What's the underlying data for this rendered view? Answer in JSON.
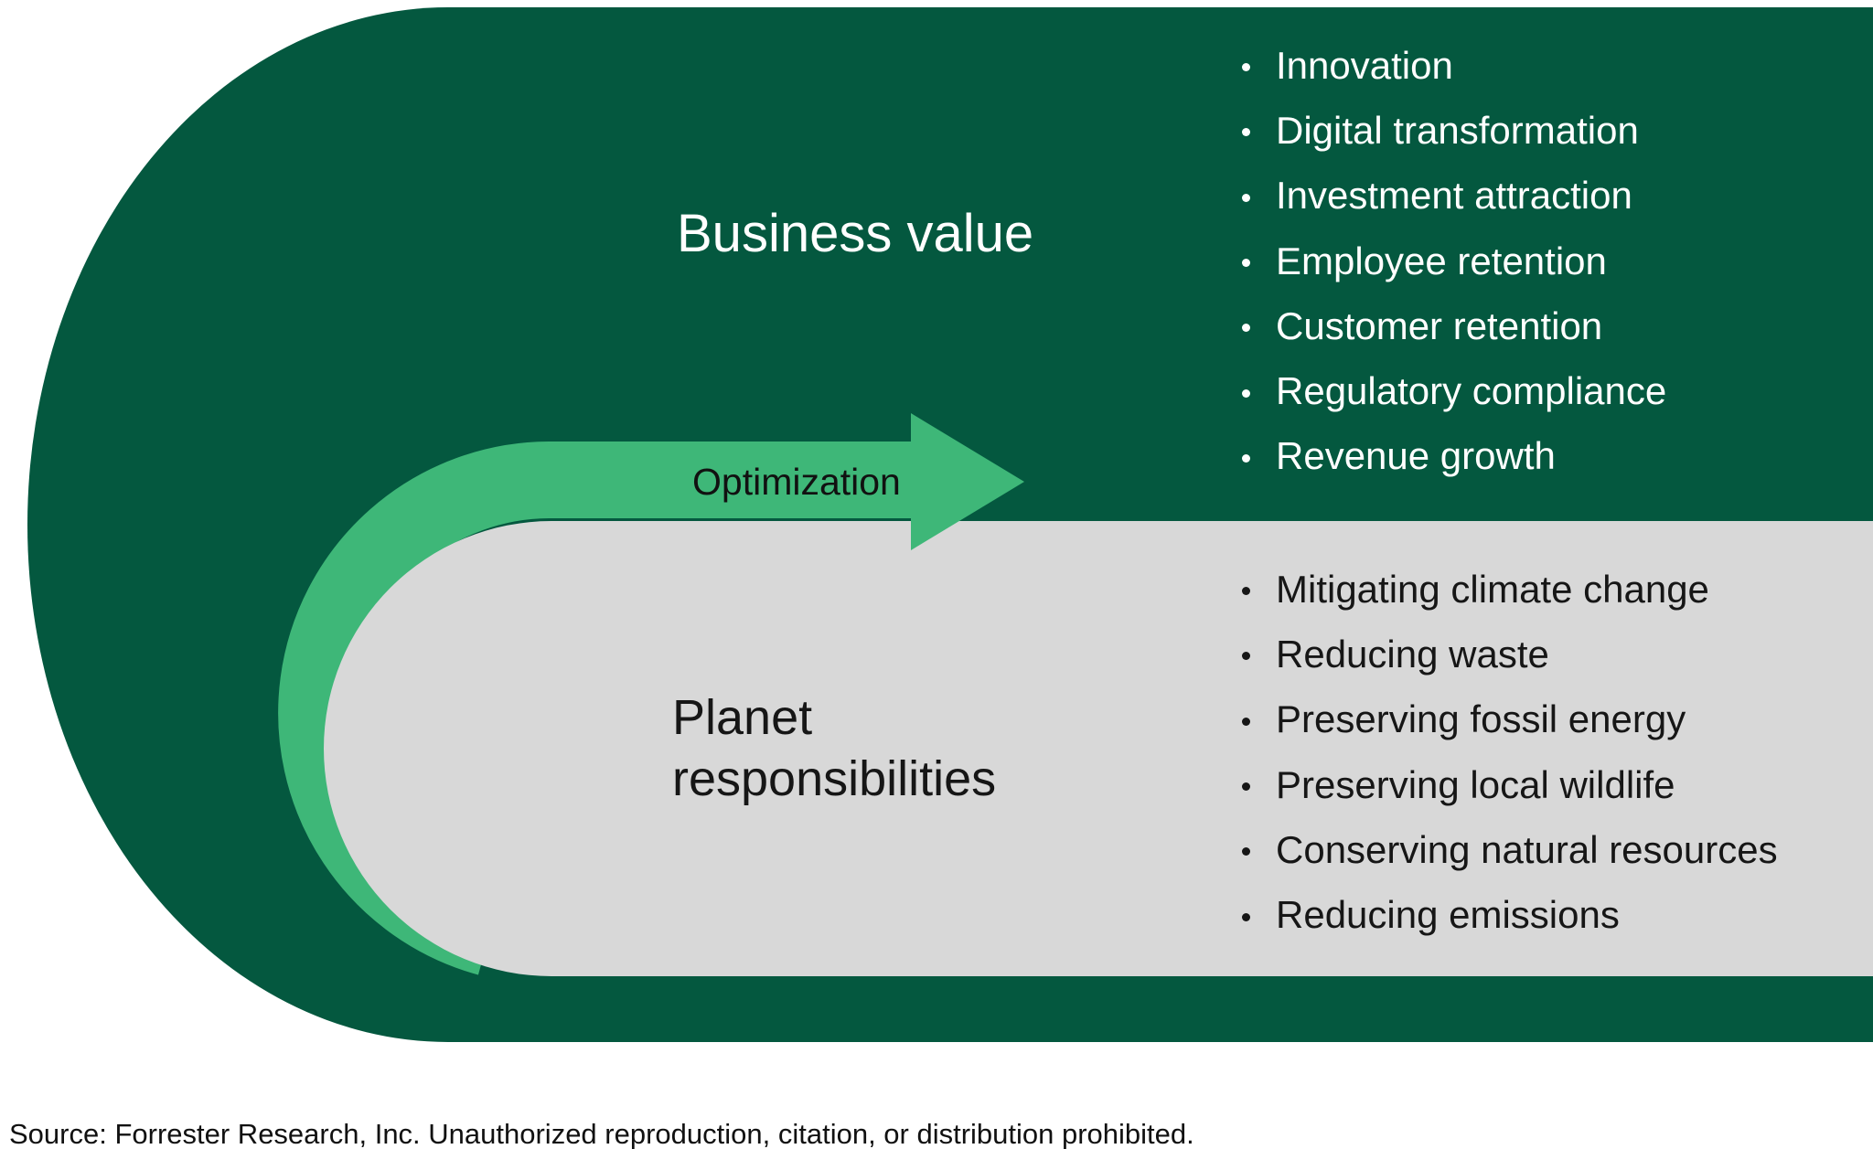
{
  "colors": {
    "dark_green": "#04583F",
    "mid_green": "#3EB778",
    "gray": "#D8D8D8",
    "text_light": "#FFFFFF",
    "text_dark": "#161616"
  },
  "business": {
    "title": "Business value",
    "items": [
      "Innovation",
      "Digital transformation",
      "Investment attraction",
      "Employee retention",
      "Customer retention",
      "Regulatory compliance",
      "Revenue growth"
    ]
  },
  "planet": {
    "title": "Planet responsibilities",
    "items": [
      "Mitigating climate change",
      "Reducing waste",
      "Preserving fossil energy",
      "Preserving local wildlife",
      "Conserving natural resources",
      "Reducing emissions"
    ]
  },
  "arrow": {
    "label": "Optimization"
  },
  "footer": {
    "source": "Source: Forrester Research, Inc. Unauthorized reproduction, citation, or distribution prohibited."
  }
}
